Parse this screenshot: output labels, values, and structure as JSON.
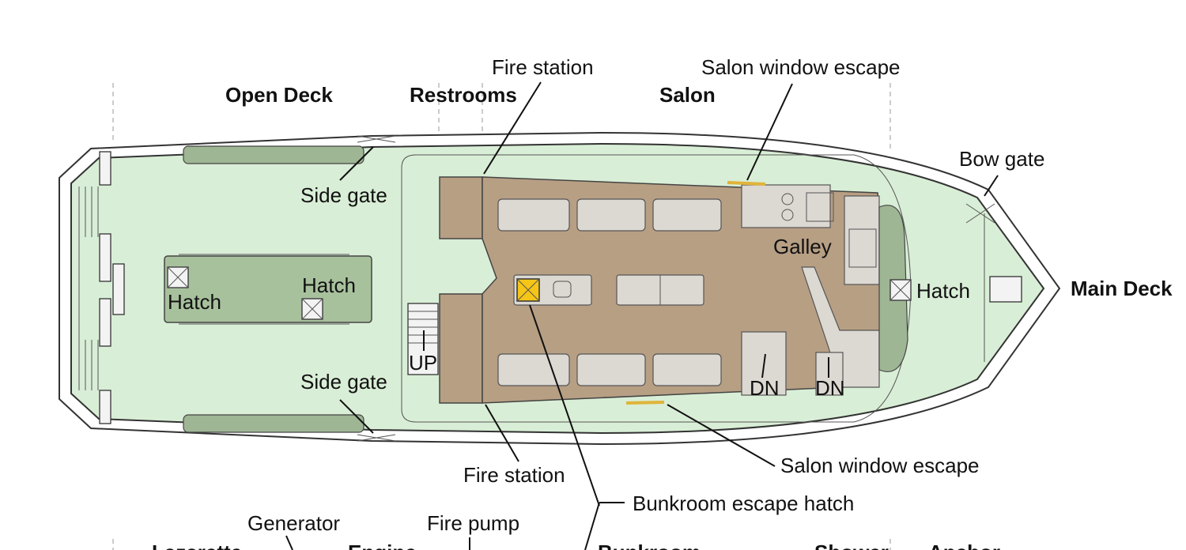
{
  "sections": {
    "open_deck": "Open Deck",
    "restrooms": "Restrooms",
    "salon": "Salon",
    "main_deck": "Main Deck"
  },
  "labels": {
    "fire_station_top": "Fire station",
    "fire_station_bottom": "Fire station",
    "salon_window_escape_top": "Salon window escape",
    "salon_window_escape_bottom": "Salon window escape",
    "bow_gate": "Bow gate",
    "side_gate_top": "Side gate",
    "side_gate_bottom": "Side gate",
    "hatch_left": "Hatch",
    "hatch_center": "Hatch",
    "hatch_right": "Hatch",
    "galley": "Galley",
    "up": "UP",
    "dn_left": "DN",
    "dn_right": "DN",
    "bunkroom_escape_hatch": "Bunkroom escape hatch",
    "generator": "Generator",
    "fire_pump": "Fire pump"
  },
  "lower_sections_partial": {
    "lazarette": "Lazarette",
    "engine": "Engine",
    "bunkroom": "Bunkroom",
    "shower": "Shower",
    "anchor": "Anchor"
  },
  "colors": {
    "deck": "#d9eed6",
    "cabin": "#c5b5a0",
    "escape_hatch": "#f5c518"
  }
}
